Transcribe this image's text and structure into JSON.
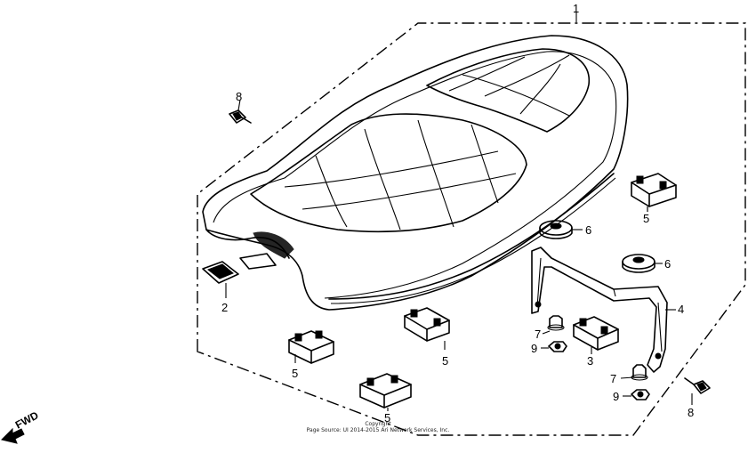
{
  "diagram": {
    "callouts": {
      "c1": "1",
      "c2": "2",
      "c3": "3",
      "c4": "4",
      "c5a": "5",
      "c5b": "5",
      "c5c": "5",
      "c5d": "5",
      "c6a": "6",
      "c6b": "6",
      "c7a": "7",
      "c7b": "7",
      "c8a": "8",
      "c8b": "8",
      "c9a": "9",
      "c9b": "9"
    },
    "fwd_label": "FWD",
    "copyright": {
      "line1": "Copyright",
      "line2": "Page Source: UI 2014-2015 Ari Network Services, Inc."
    }
  }
}
